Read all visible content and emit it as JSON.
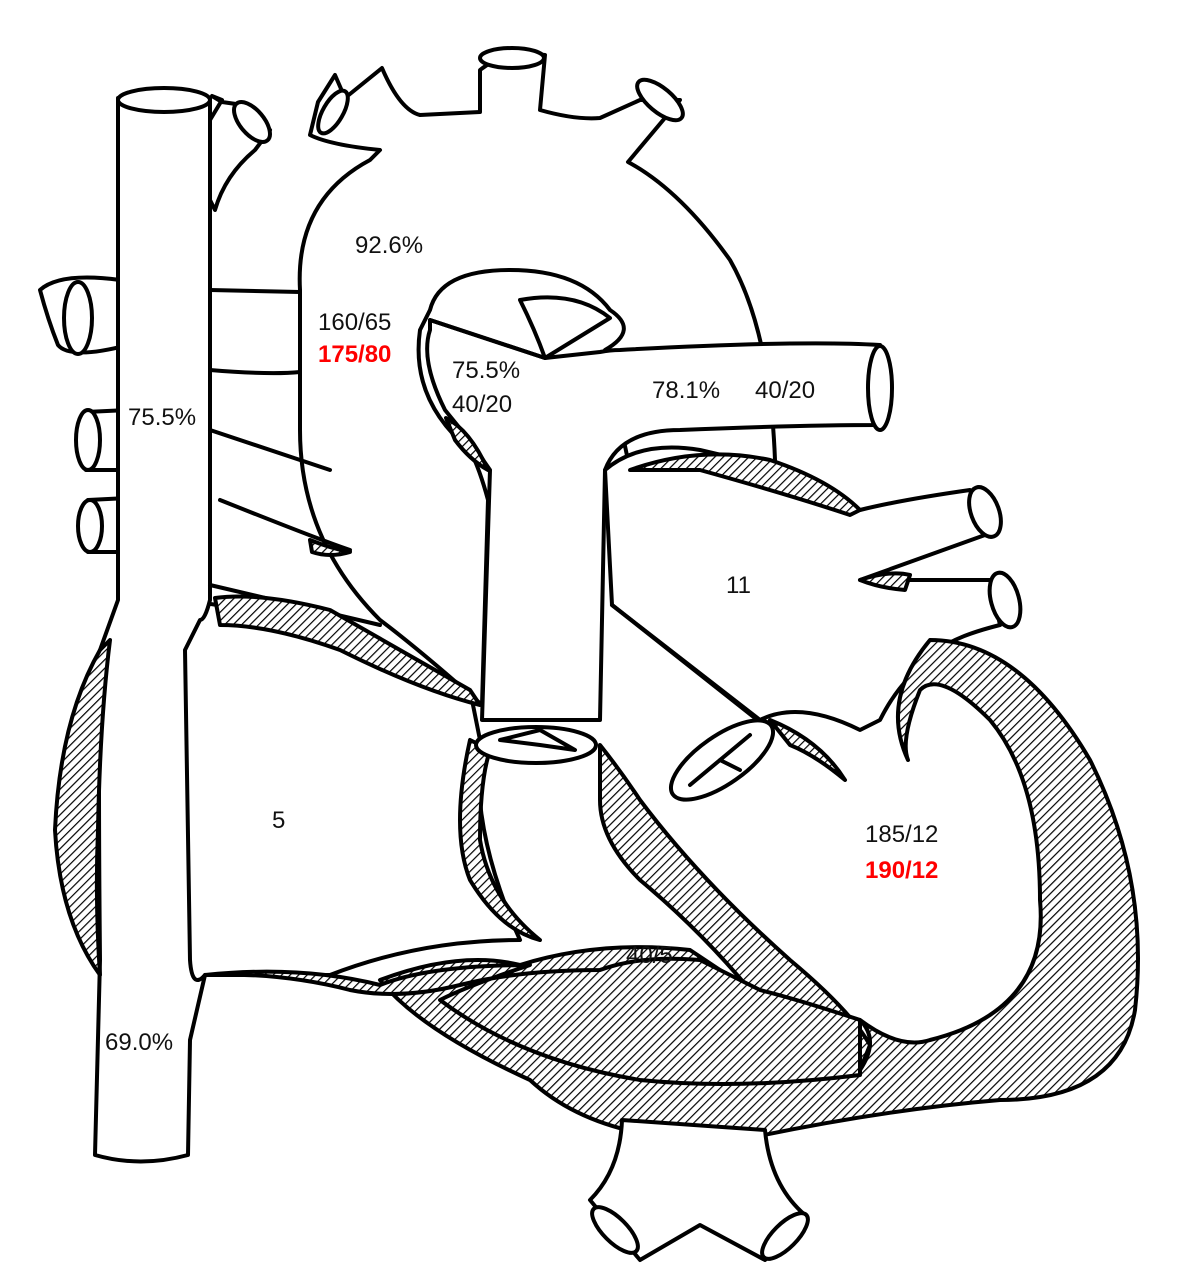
{
  "colors": {
    "line": "#000000",
    "background": "#ffffff",
    "highlight": "#ff0000"
  },
  "labels": {
    "aorta_saturation": "92.6%",
    "aorta_pressure": "160/65",
    "aorta_pressure_new": "175/80",
    "pulmonary_artery_saturation": "75.5%",
    "pulmonary_artery_pressure": "40/20",
    "right_pa_saturation": "78.1%",
    "right_pa_pressure": "40/20",
    "svc_saturation": "75.5%",
    "left_atrium_pressure": "11",
    "right_atrium_pressure": "5",
    "left_ventricle_pressure": "185/12",
    "left_ventricle_pressure_new": "190/12",
    "right_ventricle_pressure": "40/5",
    "ivc_saturation": "69.0%"
  }
}
